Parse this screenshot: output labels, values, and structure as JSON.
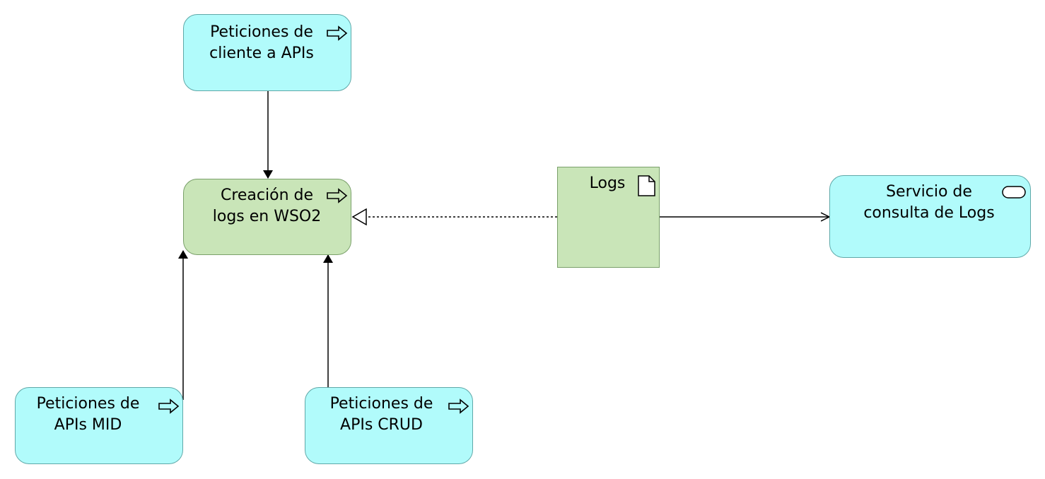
{
  "colors": {
    "cyan_fill": "#b1fbfb",
    "cyan_border": "#5fa8a8",
    "green_fill": "#c9e5b8",
    "green_border": "#7aa06a",
    "line": "#000000"
  },
  "nodes": {
    "peticiones_cliente": {
      "line1": "Peticiones de",
      "line2": "cliente a APIs",
      "icon": "process-arrow-icon"
    },
    "creacion_logs": {
      "line1": "Creación de",
      "line2": "logs en WSO2",
      "icon": "process-arrow-icon"
    },
    "logs": {
      "line1": "Logs",
      "icon": "document-icon"
    },
    "servicio_consulta": {
      "line1": "Servicio de",
      "line2": "consulta de Logs",
      "icon": "service-icon"
    },
    "peticiones_mid": {
      "line1": "Peticiones de",
      "line2": "APIs MID",
      "icon": "process-arrow-icon"
    },
    "peticiones_crud": {
      "line1": "Peticiones de",
      "line2": "APIs CRUD",
      "icon": "process-arrow-icon"
    }
  }
}
